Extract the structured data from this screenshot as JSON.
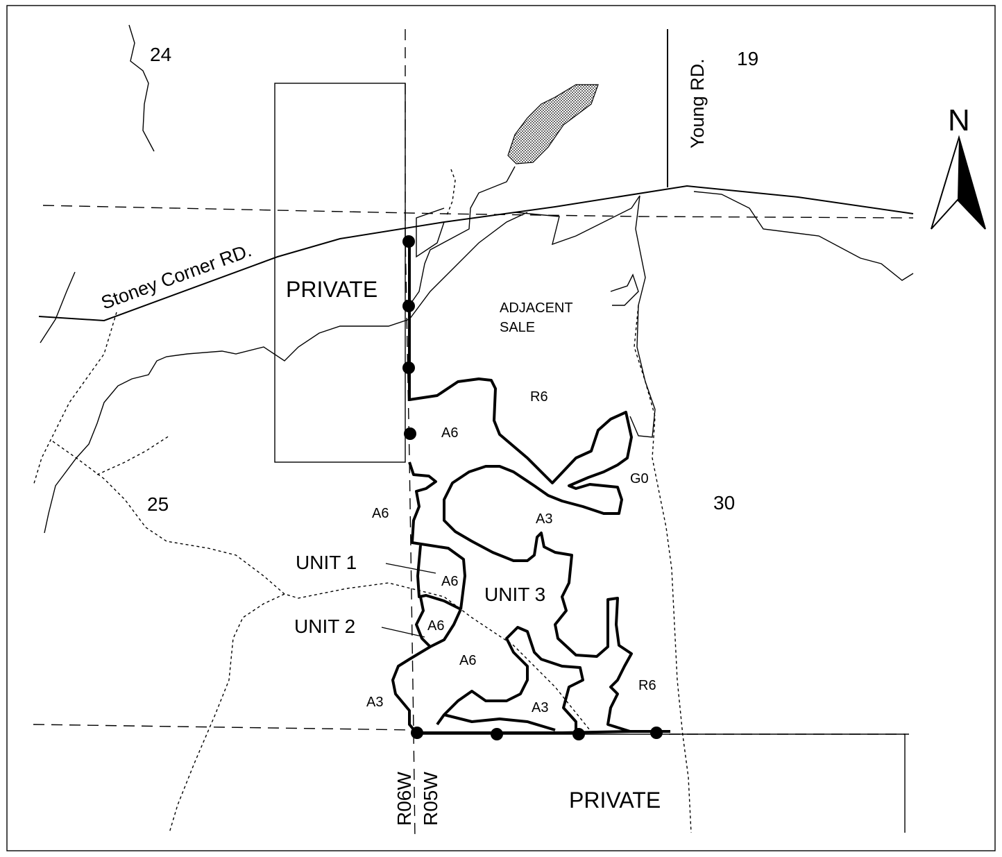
{
  "labels": {
    "section_24": "24",
    "section_19": "19",
    "section_25": "25",
    "section_30": "30",
    "private_top": "PRIVATE",
    "private_bottom": "PRIVATE",
    "adjacent_sale_line1": "ADJACENT",
    "adjacent_sale_line2": "SALE",
    "stoney_corner_rd": "Stoney Corner RD.",
    "young_rd": "Young RD.",
    "unit_1": "UNIT 1",
    "unit_2": "UNIT 2",
    "unit_3": "UNIT 3",
    "range_west": "R06W",
    "range_east": "R05W",
    "north": "N"
  },
  "stands": {
    "r6_top": "R6",
    "a6_upper": "A6",
    "g0": "G0",
    "a6_left": "A6",
    "a3_mid": "A3",
    "a6_unit1": "A6",
    "a6_unit2": "A6",
    "a6_lower": "A6",
    "a3_left": "A3",
    "a3_bottom": "A3",
    "r6_right": "R6"
  },
  "colors": {
    "ink": "#000000",
    "background": "#ffffff",
    "lake_fill": "#b8b8b8"
  }
}
